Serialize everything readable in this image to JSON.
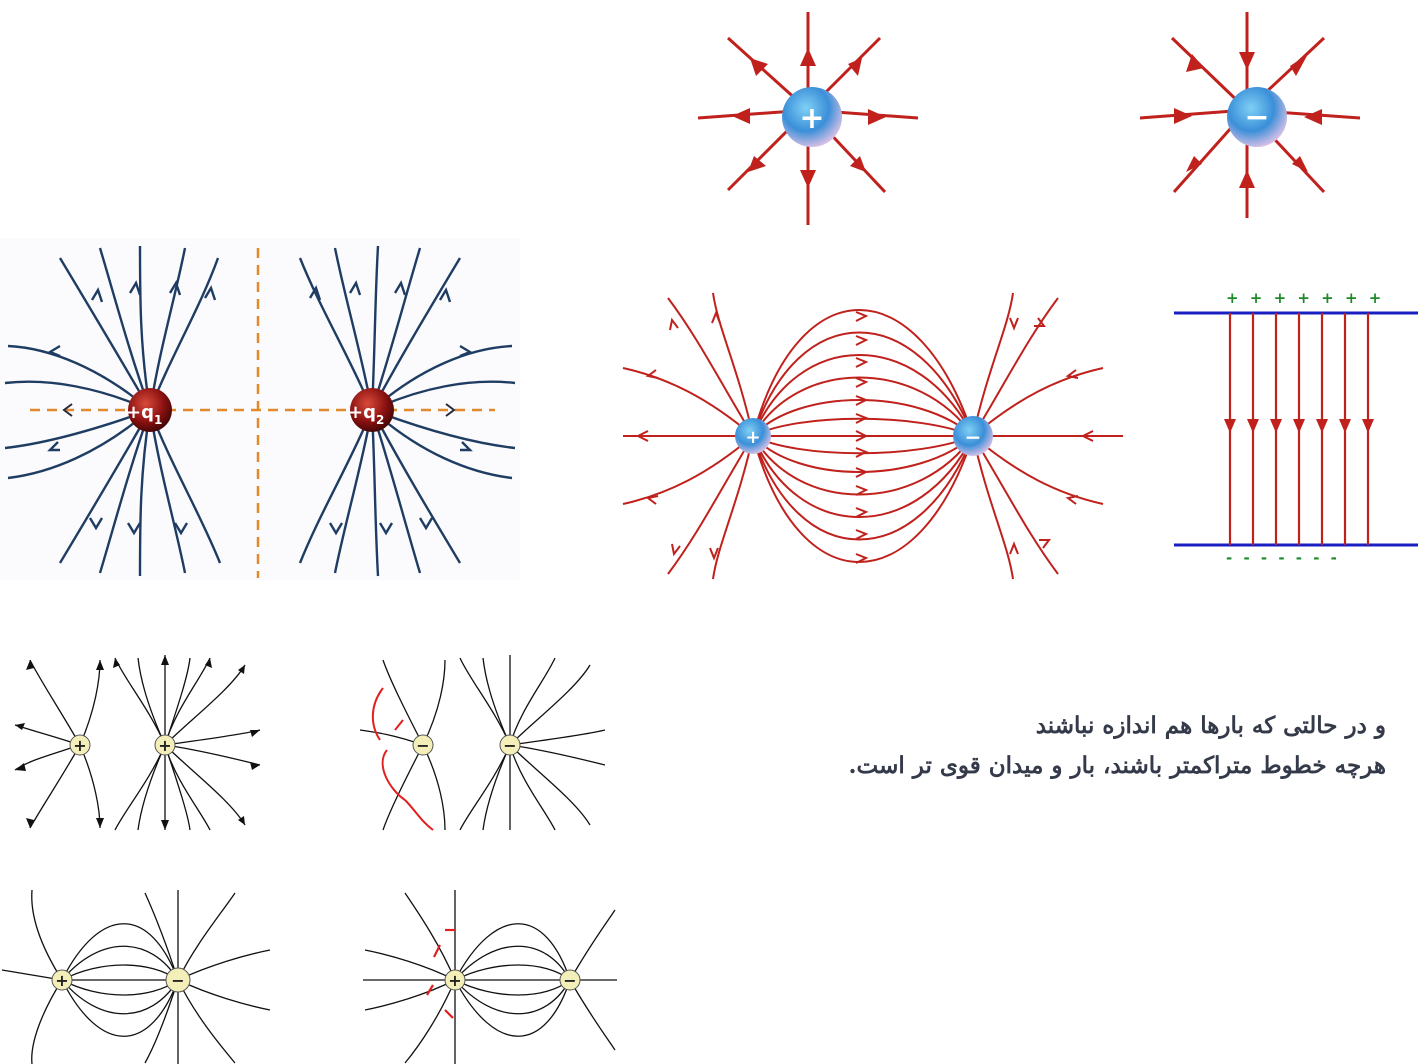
{
  "figures": {
    "positive_charge": {
      "sign": "+"
    },
    "negative_charge": {
      "sign": "−"
    },
    "two_like_charges": {
      "q1_label": "+q",
      "q1_sub": "1",
      "q2_label": "+q",
      "q2_sub": "2"
    },
    "dipole": {
      "left_sign": "+",
      "right_sign": "−"
    },
    "parallel_plates": {
      "top_signs": "+ + + + + + +",
      "bottom_signs": "- - - - - - -"
    }
  },
  "text": {
    "line1": "و در حالتی که بارها هم اندازه نباشند",
    "line2": "هرچه خطوط متراکمتر باشند، بار و میدان قوی تر است."
  },
  "colors": {
    "red_field": "#c0211c",
    "blue_field": "#1f3d63",
    "orange_axis": "#e08a2c",
    "plate_blue": "#1a1fc2",
    "plus_green": "#1e8a2a",
    "text": "#353a4a"
  }
}
